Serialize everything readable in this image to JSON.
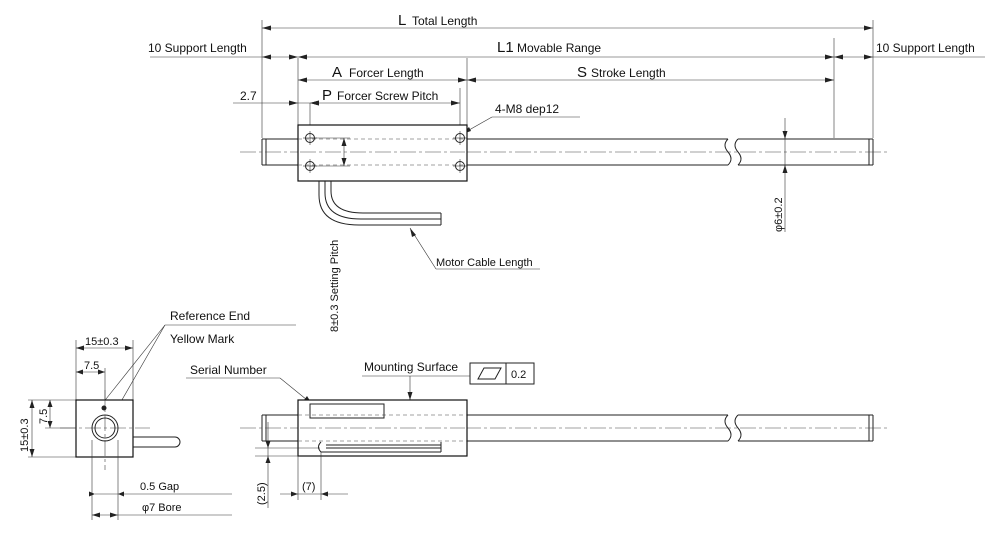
{
  "top_view": {
    "total_length": {
      "symbol": "L",
      "label": "Total Length"
    },
    "movable_range": {
      "symbol": "L1",
      "label": "Movable Range"
    },
    "support_left": "10 Support Length",
    "support_right": "10 Support Length",
    "forcer_length": {
      "symbol": "A",
      "label": "Forcer Length"
    },
    "stroke_length": {
      "symbol": "S",
      "label": "Stroke Length"
    },
    "screw_pitch": {
      "symbol": "P",
      "label": "Forcer Screw Pitch"
    },
    "offset": "2.7",
    "screw_note": "4-M8 dep12",
    "shaft_diameter": "φ6±0.2",
    "setting_pitch": "8±0.3 Setting Pitch",
    "cable_label": "Motor Cable Length"
  },
  "end_view": {
    "reference_end": "Reference End",
    "yellow_mark": "Yellow Mark",
    "width": "15±0.3",
    "half_width": "7.5",
    "height": "15±0.3",
    "half_height": "7.5",
    "gap": "0.5 Gap",
    "bore": "φ7 Bore"
  },
  "side_view": {
    "serial_number": "Serial Number",
    "mounting_surface": "Mounting Surface",
    "flatness_value": "0.2",
    "cable_offset": "(2.5)",
    "cable_length": "(7)"
  }
}
